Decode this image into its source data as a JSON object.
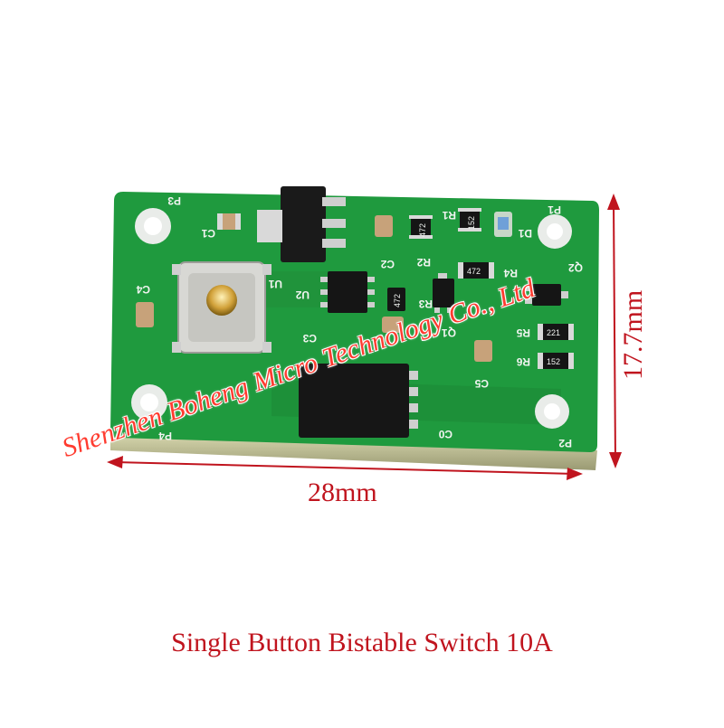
{
  "photo": {
    "subject": "pcb-module",
    "colors": {
      "board": "#1f9a3e",
      "silk": "#f1f4f1",
      "arrow": "#c0141e",
      "watermark": "#ff3b2f"
    }
  },
  "dimensions": {
    "width_label": "28mm",
    "height_label": "17.7mm"
  },
  "watermark": "Shenzhen Boheng Micro Technology Co., Ltd",
  "caption": "Single Button Bistable Switch 10A",
  "silkscreen": {
    "p3": "P3",
    "p4": "P4",
    "p1": "P1",
    "p2": "P2",
    "c1": "C1",
    "c2": "C2",
    "c3": "C3",
    "c4": "C4",
    "c5": "C5",
    "c0": "C0",
    "r1": "R1",
    "r2": "R2",
    "r3": "R3",
    "r4": "R4",
    "r5": "R5",
    "r6": "R6",
    "q1": "Q1",
    "q2": "Q2",
    "u1": "U1",
    "u2": "U2",
    "d1": "D1",
    "res_472a": "472",
    "res_472b": "472",
    "res_472c": "472",
    "res_152a": "152",
    "res_221": "221",
    "res_152b": "152"
  }
}
